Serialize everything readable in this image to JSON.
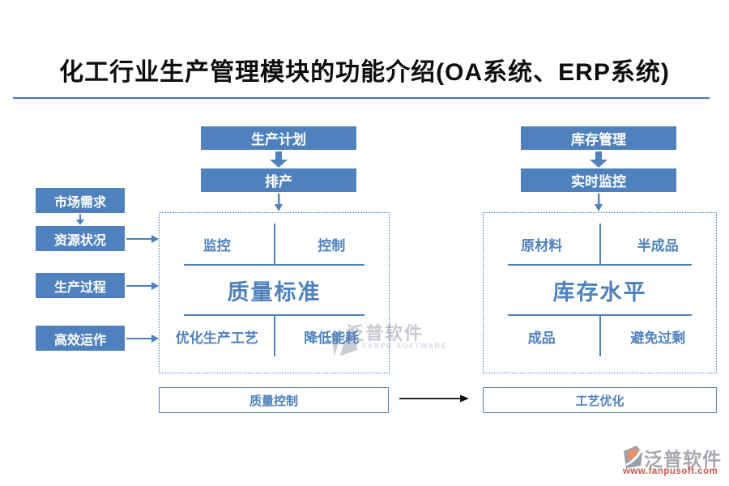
{
  "title": "化工行业生产管理模块的功能介绍(OA系统、ERP系统)",
  "left_flow": {
    "items": [
      "市场需求",
      "资源状况",
      "生产过程",
      "高效运作"
    ]
  },
  "production": {
    "step1": "生产计划",
    "step2": "排产",
    "panel": {
      "top_left": "监控",
      "top_right": "控制",
      "center": "质量标准",
      "bottom_left": "优化生产工艺",
      "bottom_right": "降低能耗"
    },
    "summary": "质量控制"
  },
  "inventory": {
    "step1": "库存管理",
    "step2": "实时监控",
    "panel": {
      "top_left": "原材料",
      "top_right": "半成品",
      "center": "库存水平",
      "bottom_left": "成品",
      "bottom_right": "避免过剩"
    },
    "summary": "工艺优化"
  },
  "watermark": {
    "text": "泛普软件",
    "subtext": "FANPU SOFTWARE"
  },
  "footer": {
    "brand": "泛普软件",
    "url": "www.fanpusoft.com"
  },
  "colors": {
    "box_blue": "#4E81BD",
    "line_blue": "#4472C4",
    "text_blue": "#4E81BD",
    "arrow_black": "#111111",
    "footer_gray": "#A6A6AE",
    "footer_red": "#C4574B"
  }
}
